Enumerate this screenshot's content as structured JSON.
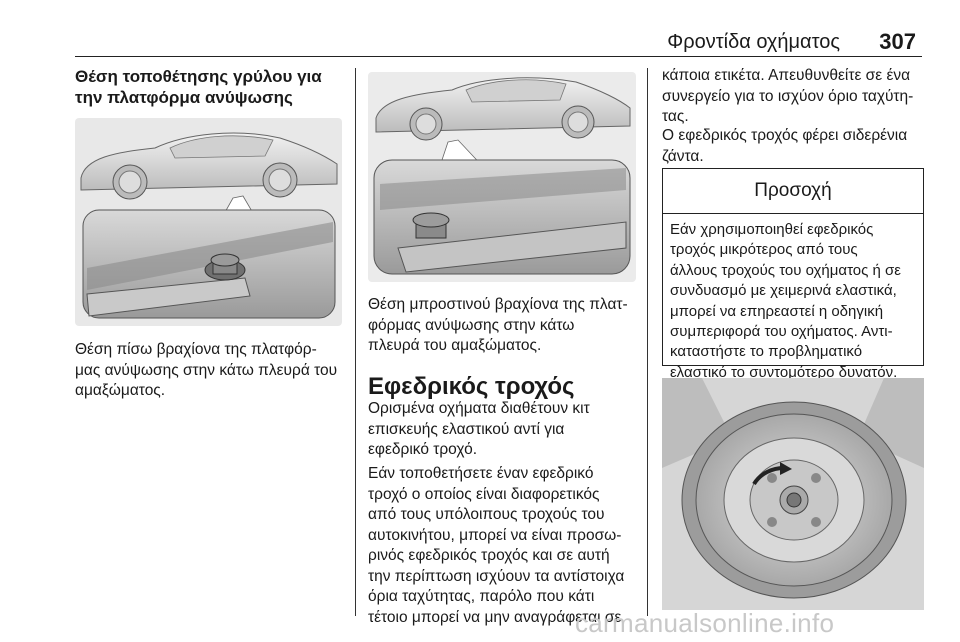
{
  "header": {
    "title": "Φροντίδα οχήματος",
    "page_number": "307"
  },
  "col1": {
    "heading_line1": "Θέση τοποθέτησης γρύλου για",
    "heading_line2": "την πλατφόρμα ανύψωσης",
    "caption": [
      "Θέση πίσω βραχίονα της πλατφόρ-",
      "μας ανύψωσης στην κάτω πλευρά του",
      "αμαξώματος."
    ]
  },
  "col2": {
    "caption": [
      "Θέση μπροστινού βραχίονα της πλατ-",
      "φόρμας ανύψωσης στην κάτω",
      "πλευρά του αμαξώματος."
    ],
    "section_title": "Εφεδρικός τροχός",
    "para1": [
      "Ορισμένα οχήματα διαθέτουν κιτ",
      "επισκευής ελαστικού αντί για",
      "εφεδρικό τροχό."
    ],
    "para2": [
      "Εάν τοποθετήσετε έναν εφεδρικό",
      "τροχό ο οποίος είναι διαφορετικός",
      "από τους υπόλοιπους τροχούς του",
      "αυτοκινήτου, μπορεί να είναι προσω-",
      "ρινός εφεδρικός τροχός και σε αυτή",
      "την περίπτωση ισχύουν τα αντίστοιχα",
      "όρια ταχύτητας, παρόλο που κάτι",
      "τέτοιο μπορεί να μην αναγράφεται σε"
    ]
  },
  "col3": {
    "para1": [
      "κάποια ετικέτα. Απευθυνθείτε σε ένα",
      "συνεργείο για το ισχύον όριο ταχύτη-",
      "τας."
    ],
    "para2": [
      "Ο εφεδρικός τροχός φέρει σιδερένια",
      "ζάντα."
    ],
    "warning": {
      "title": "Προσοχή",
      "lines": [
        "Εάν χρησιμοποιηθεί εφεδρικός",
        "τροχός μικρότερος από τους",
        "άλλους τροχούς του οχήματος ή σε",
        "συνδυασμό με χειμερινά ελαστικά,",
        "μπορεί να επηρεαστεί η οδηγική",
        "συμπεριφορά του οχήματος. Αντι-",
        "καταστήστε το προβληματικό",
        "ελαστικό το συντομότερο δυνατόν."
      ]
    }
  },
  "watermark": "carmanualsonline.info"
}
